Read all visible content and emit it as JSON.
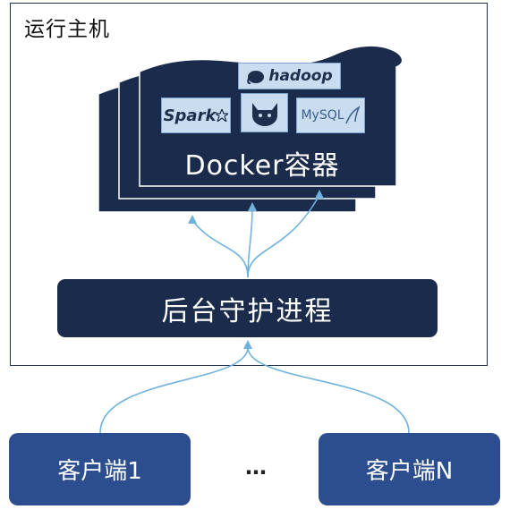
{
  "diagram": {
    "host_label": "运行主机",
    "container_label": "Docker容器",
    "daemon_label": "后台守护进程",
    "clients": [
      {
        "label": "客户端1"
      },
      {
        "label": "客户端N"
      }
    ],
    "ellipsis": "…",
    "logos": {
      "hadoop": "hadoop",
      "spark": "Spark",
      "mysql": "MySQL"
    },
    "colors": {
      "host_border": "#1d2f4d",
      "container_fill": "#1b2b4c",
      "daemon_fill": "#1b2b4c",
      "client_fill": "#2c4e8f",
      "arrow": "#6fb3dd",
      "logo_bg": "#c9dcf0"
    }
  }
}
